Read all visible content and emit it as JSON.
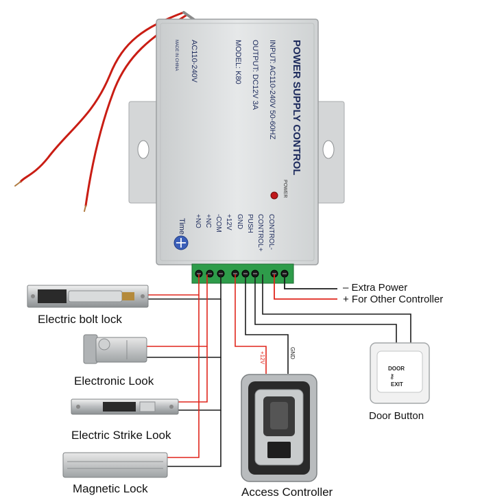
{
  "power_supply": {
    "title": "POWER SUPPLY CONTROL",
    "input_spec": "INPUT: AC110-240V 50-60HZ",
    "output_spec": "OUTPUT: DC12V 3A",
    "model": "MODEL: K80",
    "voltage": "AC110-240V",
    "made_in": "MADE IN CHINA",
    "power_led_label": "POWER",
    "time_label": "Time",
    "terminals": [
      "+NO",
      "+NC",
      "-COM",
      "+12V",
      "GND",
      "PUSH",
      "CONTROL+",
      "CONTROL-"
    ]
  },
  "extra_power": {
    "line1": "–  Extra Power",
    "line2": "+  For Other Controller"
  },
  "devices": {
    "bolt_lock": "Electric bolt lock",
    "electronic_lock": "Electronic Look",
    "strike_lock": "Electric Strike Look",
    "magnetic_lock": "Magnetic Lock",
    "access_controller": "Access Controller",
    "door_button": "Door Button"
  },
  "door_button_text": {
    "door": "DOOR",
    "exit": "EXIT"
  },
  "wire_labels": {
    "plus12v": "+12V",
    "gnd": "GND"
  },
  "colors": {
    "red_wire": "#e0251b",
    "black_wire": "#1a1a1a",
    "terminal_green": "#2e9c4a",
    "box_gray": "#dfe1e2"
  }
}
